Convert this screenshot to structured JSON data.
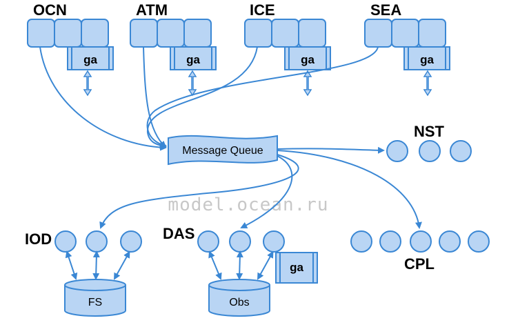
{
  "components": {
    "ocn": "OCN",
    "atm": "ATM",
    "ice": "ICE",
    "sea": "SEA"
  },
  "ga_label": "ga",
  "message_queue": "Message Queue",
  "groups": {
    "nst": "NST",
    "iod": "IOD",
    "das": "DAS",
    "cpl": "CPL"
  },
  "storage": {
    "fs": "FS",
    "obs": "Obs"
  },
  "watermark": "model.ocean.ru",
  "colors": {
    "fill": "#b9d5f4",
    "stroke": "#3a87d4"
  }
}
